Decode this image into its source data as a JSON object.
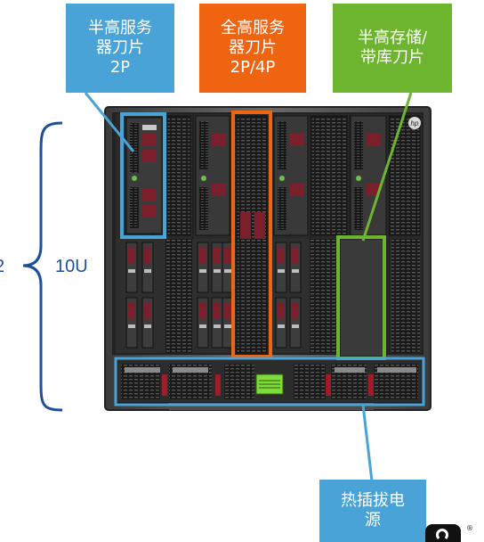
{
  "callouts": {
    "half_height_server": {
      "lines": [
        "半高服务",
        "器刀片",
        "2P"
      ],
      "color": "#4aa3d6"
    },
    "full_height_server": {
      "lines": [
        "全高服务",
        "器刀片",
        "2P/4P"
      ],
      "color": "#ee6411"
    },
    "half_height_storage": {
      "lines": [
        "半高存储/",
        "带库刀片"
      ],
      "color": "#6db52e"
    },
    "hot_plug_power": {
      "lines": [
        "热插拔电",
        "源"
      ],
      "color": "#4aa3d6"
    }
  },
  "height_label": "10U",
  "cut_off_text": "2",
  "accent_colors": {
    "brace": "#1e4f9a",
    "chassis": "#2b2b2b",
    "display": "#7ddb3a"
  },
  "icons": {
    "logo": "hp-logo-icon",
    "corner_logo": "partial-logo-icon"
  }
}
